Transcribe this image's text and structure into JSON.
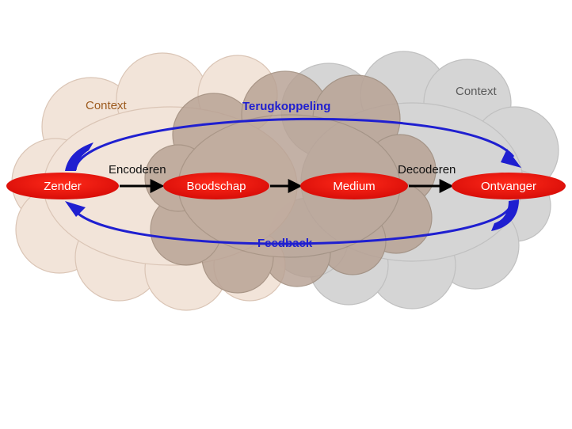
{
  "colors": {
    "context_left": "#9c5a1e",
    "context_right": "#5a5a5a",
    "loop": "#1f1fd0",
    "node_fill": "#e8140e",
    "cloud_left": "#f2e2d6",
    "cloud_mid": "#b8a294",
    "cloud_right": "#d2d2d2"
  },
  "contexts": {
    "left": "Context",
    "right": "Context"
  },
  "loops": {
    "top": "Terugkoppeling",
    "bottom": "Feedback"
  },
  "nodes": {
    "zender": "Zender",
    "boodschap": "Boodschap",
    "medium": "Medium",
    "ontvanger": "Ontvanger"
  },
  "edges": {
    "encoderen": "Encoderen",
    "decoderen": "Decoderen"
  }
}
